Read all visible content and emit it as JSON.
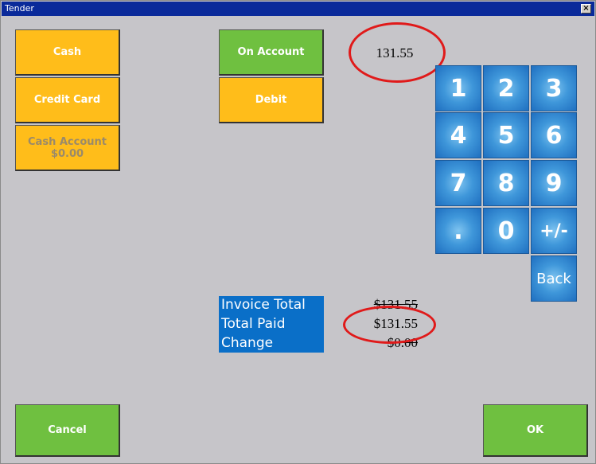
{
  "window": {
    "title": "Tender",
    "close_label": "×"
  },
  "tender_buttons": {
    "cash": "Cash",
    "credit_card": "Credit Card",
    "cash_account_line1": "Cash Account",
    "cash_account_line2": "$0.00",
    "on_account": "On Account",
    "debit": "Debit"
  },
  "amount_entry": "131.55",
  "keypad": {
    "k1": "1",
    "k2": "2",
    "k3": "3",
    "k4": "4",
    "k5": "5",
    "k6": "6",
    "k7": "7",
    "k8": "8",
    "k9": "9",
    "kdot": ".",
    "k0": "0",
    "kpm": "+/-",
    "back": "Back"
  },
  "summary": {
    "invoice_total_label": "Invoice Total",
    "total_paid_label": "Total Paid",
    "change_label": "Change",
    "invoice_total_value": "$131.55",
    "total_paid_value": "$131.55",
    "change_value": "$0.00"
  },
  "footer": {
    "cancel": "Cancel",
    "ok": "OK"
  },
  "colors": {
    "tender_yellow": "#ffbd1a",
    "action_green": "#6fc040",
    "keypad_blue": "#3f97da",
    "summary_blue": "#0a6fc8",
    "annotation_red": "#e01a1a"
  }
}
